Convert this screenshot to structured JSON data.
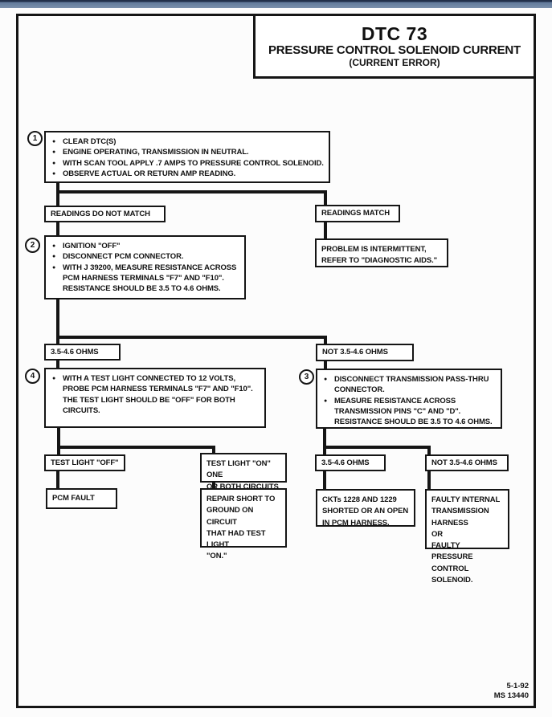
{
  "header": {
    "title": "DTC 73",
    "subtitle": "PRESSURE CONTROL SOLENOID CURRENT",
    "subtitle2": "(CURRENT ERROR)"
  },
  "colors": {
    "top_bar": "#5f7899",
    "top_bar_edge": "#22304a",
    "ink": "#151515",
    "paper": "#ffffff"
  },
  "steps": {
    "step1": {
      "number": "1",
      "bullets": [
        "CLEAR DTC(S)",
        "ENGINE OPERATING, TRANSMISSION IN NEUTRAL.",
        "WITH SCAN TOOL APPLY .7 AMPS TO PRESSURE CONTROL SOLENOID.",
        "OBSERVE ACTUAL OR RETURN AMP READING."
      ]
    },
    "step2": {
      "number": "2",
      "bullets": [
        "IGNITION \"OFF\"",
        "DISCONNECT PCM CONNECTOR.",
        "WITH J 39200, MEASURE RESISTANCE ACROSS PCM HARNESS TERMINALS \"F7\" AND \"F10\". RESISTANCE SHOULD BE 3.5 TO 4.6 OHMS."
      ]
    },
    "step3": {
      "number": "3",
      "bullets": [
        "DISCONNECT TRANSMISSION PASS-THRU CONNECTOR.",
        "MEASURE RESISTANCE ACROSS TRANSMISSION PINS \"C\" AND \"D\". RESISTANCE SHOULD BE 3.5 TO 4.6 OHMS."
      ]
    },
    "step4": {
      "number": "4",
      "bullets": [
        "WITH A TEST LIGHT CONNECTED TO 12 VOLTS, PROBE PCM HARNESS TERMINALS \"F7\" AND \"F10\".  THE TEST LIGHT SHOULD BE \"OFF\" FOR BOTH CIRCUITS."
      ]
    }
  },
  "branches": {
    "readings_do_not_match": "READINGS DO NOT MATCH",
    "readings_match": "READINGS MATCH",
    "problem_intermittent": "PROBLEM IS INTERMITTENT,\nREFER TO \"DIAGNOSTIC AIDS.\"",
    "ohms_match": "3.5-4.6 OHMS",
    "ohms_no_match": "NOT 3.5-4.6 OHMS",
    "test_light_off": "TEST LIGHT \"OFF\"",
    "test_light_on": "TEST LIGHT \"ON\" ONE\nOR BOTH CIRCUITS",
    "pcm_fault": "PCM FAULT",
    "repair_short": "REPAIR SHORT TO\nGROUND ON CIRCUIT\nTHAT HAD TEST LIGHT\n\"ON.\"",
    "ohms_match_2": "3.5-4.6 OHMS",
    "ohms_no_match_2": "NOT 3.5-4.6 OHMS",
    "ckts_shorted": "CKTs 1228 AND 1229\nSHORTED OR AN OPEN\nIN PCM HARNESS.",
    "faulty_internal": "FAULTY INTERNAL\nTRANSMISSION HARNESS\nOR\nFAULTY PRESSURE\nCONTROL SOLENOID."
  },
  "footer": {
    "date": "5-1-92",
    "doc_number": "MS 13440"
  }
}
